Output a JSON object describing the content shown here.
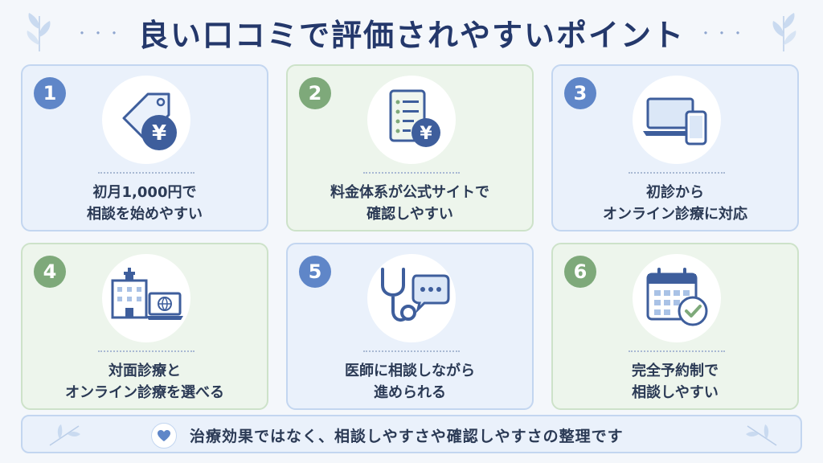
{
  "title": "良い口コミで評価されやすいポイント",
  "title_dots": "・・・",
  "colors": {
    "navy": "#24386b",
    "blue_accent": "#5f86c8",
    "green_accent": "#7ea97a"
  },
  "cards": [
    {
      "number": "1",
      "line1": "初月1,000円で",
      "line2": "相談を始めやすい",
      "icon": "price-tag-yen-icon",
      "theme": "blue"
    },
    {
      "number": "2",
      "line1": "料金体系が公式サイトで",
      "line2": "確認しやすい",
      "icon": "price-list-yen-icon",
      "theme": "green"
    },
    {
      "number": "3",
      "line1": "初診から",
      "line2": "オンライン診療に対応",
      "icon": "laptop-phone-icon",
      "theme": "blue"
    },
    {
      "number": "4",
      "line1": "対面診療と",
      "line2": "オンライン診療を選べる",
      "icon": "hospital-laptop-icon",
      "theme": "green"
    },
    {
      "number": "5",
      "line1": "医師に相談しながら",
      "line2": "進められる",
      "icon": "stethoscope-chat-icon",
      "theme": "blue"
    },
    {
      "number": "6",
      "line1": "完全予約制で",
      "line2": "相談しやすい",
      "icon": "calendar-check-icon",
      "theme": "green"
    }
  ],
  "footer": {
    "text": "治療効果ではなく、相談しやすさや確認しやすさの整理です",
    "icon": "heart-icon"
  }
}
